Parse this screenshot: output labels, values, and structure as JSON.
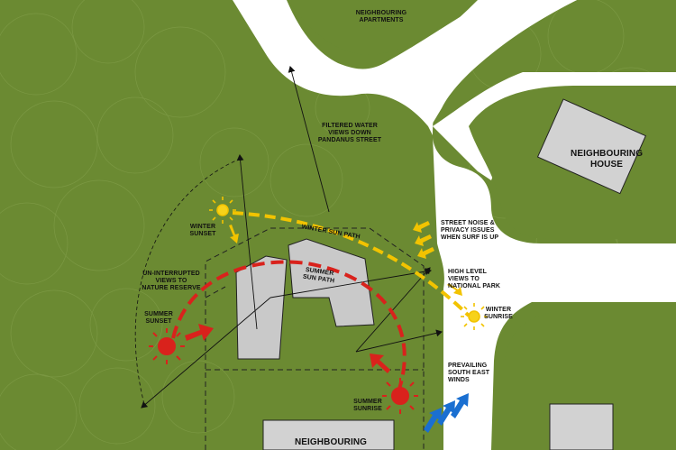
{
  "colors": {
    "grass": "#6b8a32",
    "road": "#ffffff",
    "building": "#d2d2d2",
    "summer_path": "#d9221c",
    "winter_path": "#f2c300",
    "wind": "#1a6fd1"
  },
  "labels": {
    "neighbouring_apartments": "NEIGHBOURING\nAPARTMENTS",
    "filtered_water_views": "FILTERED WATER\nVIEWS DOWN\nPANDANUS STREET",
    "neighbouring_house_right": "NEIGHBOURING\nHOUSE",
    "street_noise": "STREET NOISE &\nPRIVACY ISSUES\nWHEN SURF IS UP",
    "winter_sunset": "WINTER\nSUNSET",
    "winter_sun_path": "WINTER SUN PATH",
    "summer_sun_path": "SUMMER\nSUN PATH",
    "high_level_views": "HIGH LEVEL\nVIEWS TO\nNATIONAL PARK",
    "uninterrupted_views": "UN-INTERRUPTED\nVIEWS TO\nNATURE RESERVE",
    "winter_sunrise": "WINTER\nSUNRISE",
    "summer_sunset": "SUMMER\nSUNSET",
    "prevailing_winds": "PREVAILING\nSOUTH EAST\nWINDS",
    "summer_sunrise": "SUMMER\nSUNRISE",
    "neighbouring_bottom": "NEIGHBOURING"
  }
}
